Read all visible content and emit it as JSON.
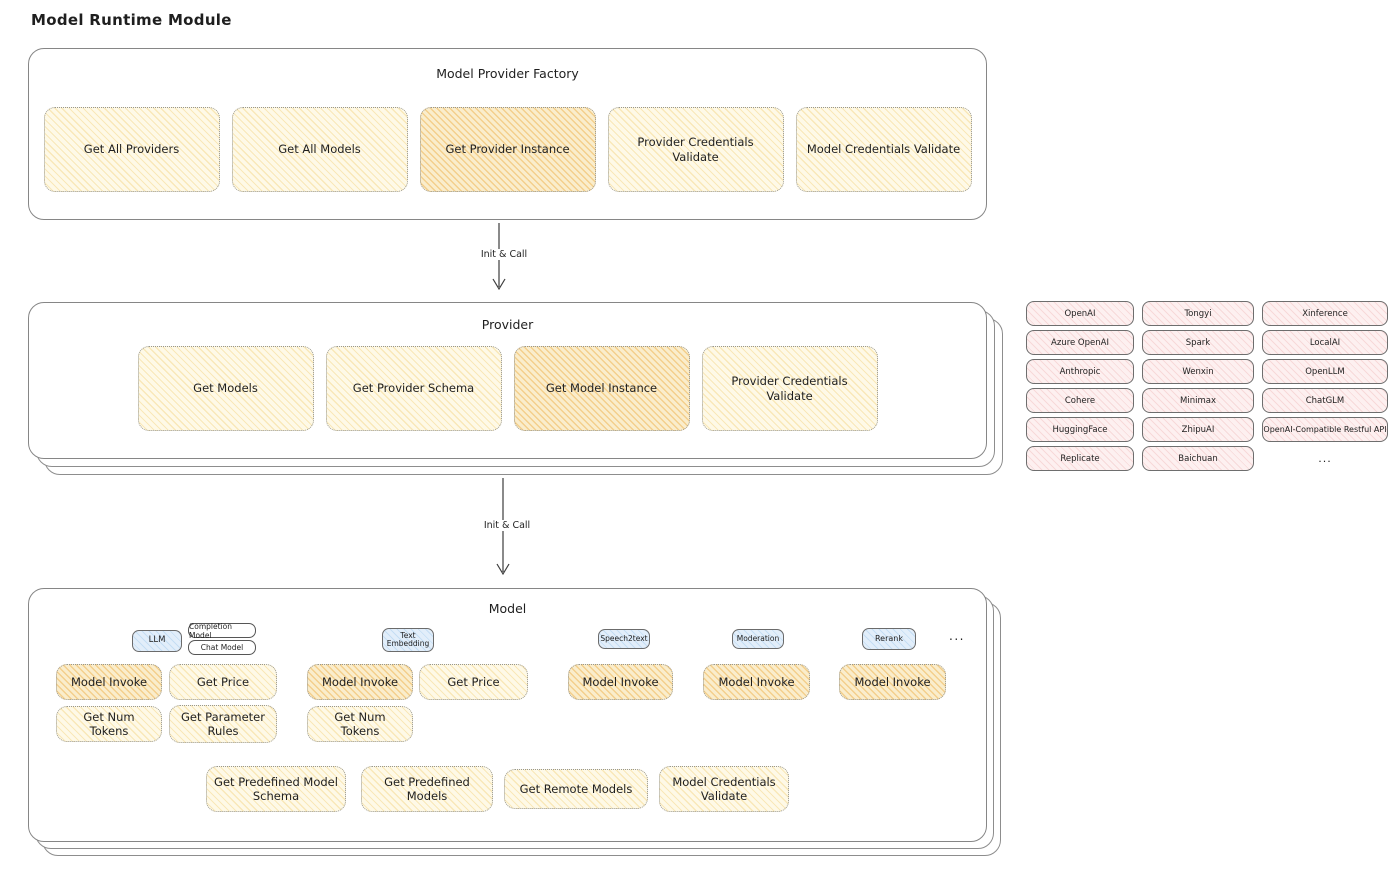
{
  "page_title": "Model Runtime Module",
  "factory": {
    "title": "Model Provider Factory",
    "functions": [
      {
        "label": "Get All Providers",
        "highlight": false
      },
      {
        "label": "Get All Models",
        "highlight": false
      },
      {
        "label": "Get Provider Instance",
        "highlight": true
      },
      {
        "label": "Provider Credentials Validate",
        "highlight": false
      },
      {
        "label": "Model Credentials Validate",
        "highlight": false
      }
    ]
  },
  "arrows": [
    {
      "label": "Init & Call"
    },
    {
      "label": "Init & Call"
    }
  ],
  "provider": {
    "title": "Provider",
    "functions": [
      {
        "label": "Get Models",
        "highlight": false
      },
      {
        "label": "Get Provider Schema",
        "highlight": false
      },
      {
        "label": "Get Model Instance",
        "highlight": true
      },
      {
        "label": "Provider Credentials Validate",
        "highlight": false
      }
    ]
  },
  "providers_list": {
    "items": [
      "OpenAI",
      "Tongyi",
      "Xinference",
      "Azure OpenAI",
      "Spark",
      "LocalAI",
      "Anthropic",
      "Wenxin",
      "OpenLLM",
      "Cohere",
      "Minimax",
      "ChatGLM",
      "HuggingFace",
      "ZhipuAI",
      "OpenAI-Compatible Restful API",
      "Replicate",
      "Baichuan"
    ],
    "more": "..."
  },
  "model": {
    "title": "Model",
    "capabilities": [
      {
        "tag": "LLM",
        "subtags": [
          "Completion Model",
          "Chat Model"
        ],
        "functions": [
          "Model Invoke",
          "Get Price",
          "Get Num Tokens",
          "Get Parameter Rules"
        ]
      },
      {
        "tag": "Text Embedding",
        "functions": [
          "Model Invoke",
          "Get Price",
          "Get Num Tokens"
        ]
      },
      {
        "tag": "Speech2text",
        "functions": [
          "Model Invoke"
        ]
      },
      {
        "tag": "Moderation",
        "functions": [
          "Model Invoke"
        ]
      },
      {
        "tag": "Rerank",
        "functions": [
          "Model Invoke"
        ]
      }
    ],
    "capabilities_more": "...",
    "shared_functions": [
      "Get Predefined Model Schema",
      "Get Predefined Models",
      "Get Remote Models",
      "Model Credentials Validate"
    ]
  },
  "colors": {
    "function_fill": "#FEF9E7",
    "function_hatch": "#F3D68A",
    "highlight_fill": "#FAEDCC",
    "highlight_hatch": "#EEB658",
    "provider_chip_fill": "#FDF0F0",
    "provider_chip_hatch": "#F4CDCD",
    "capability_tag_fill": "#E2EEFA",
    "capability_tag_hatch": "#A8CDEE",
    "outline": "#868686",
    "text": "#1F1F1F"
  }
}
